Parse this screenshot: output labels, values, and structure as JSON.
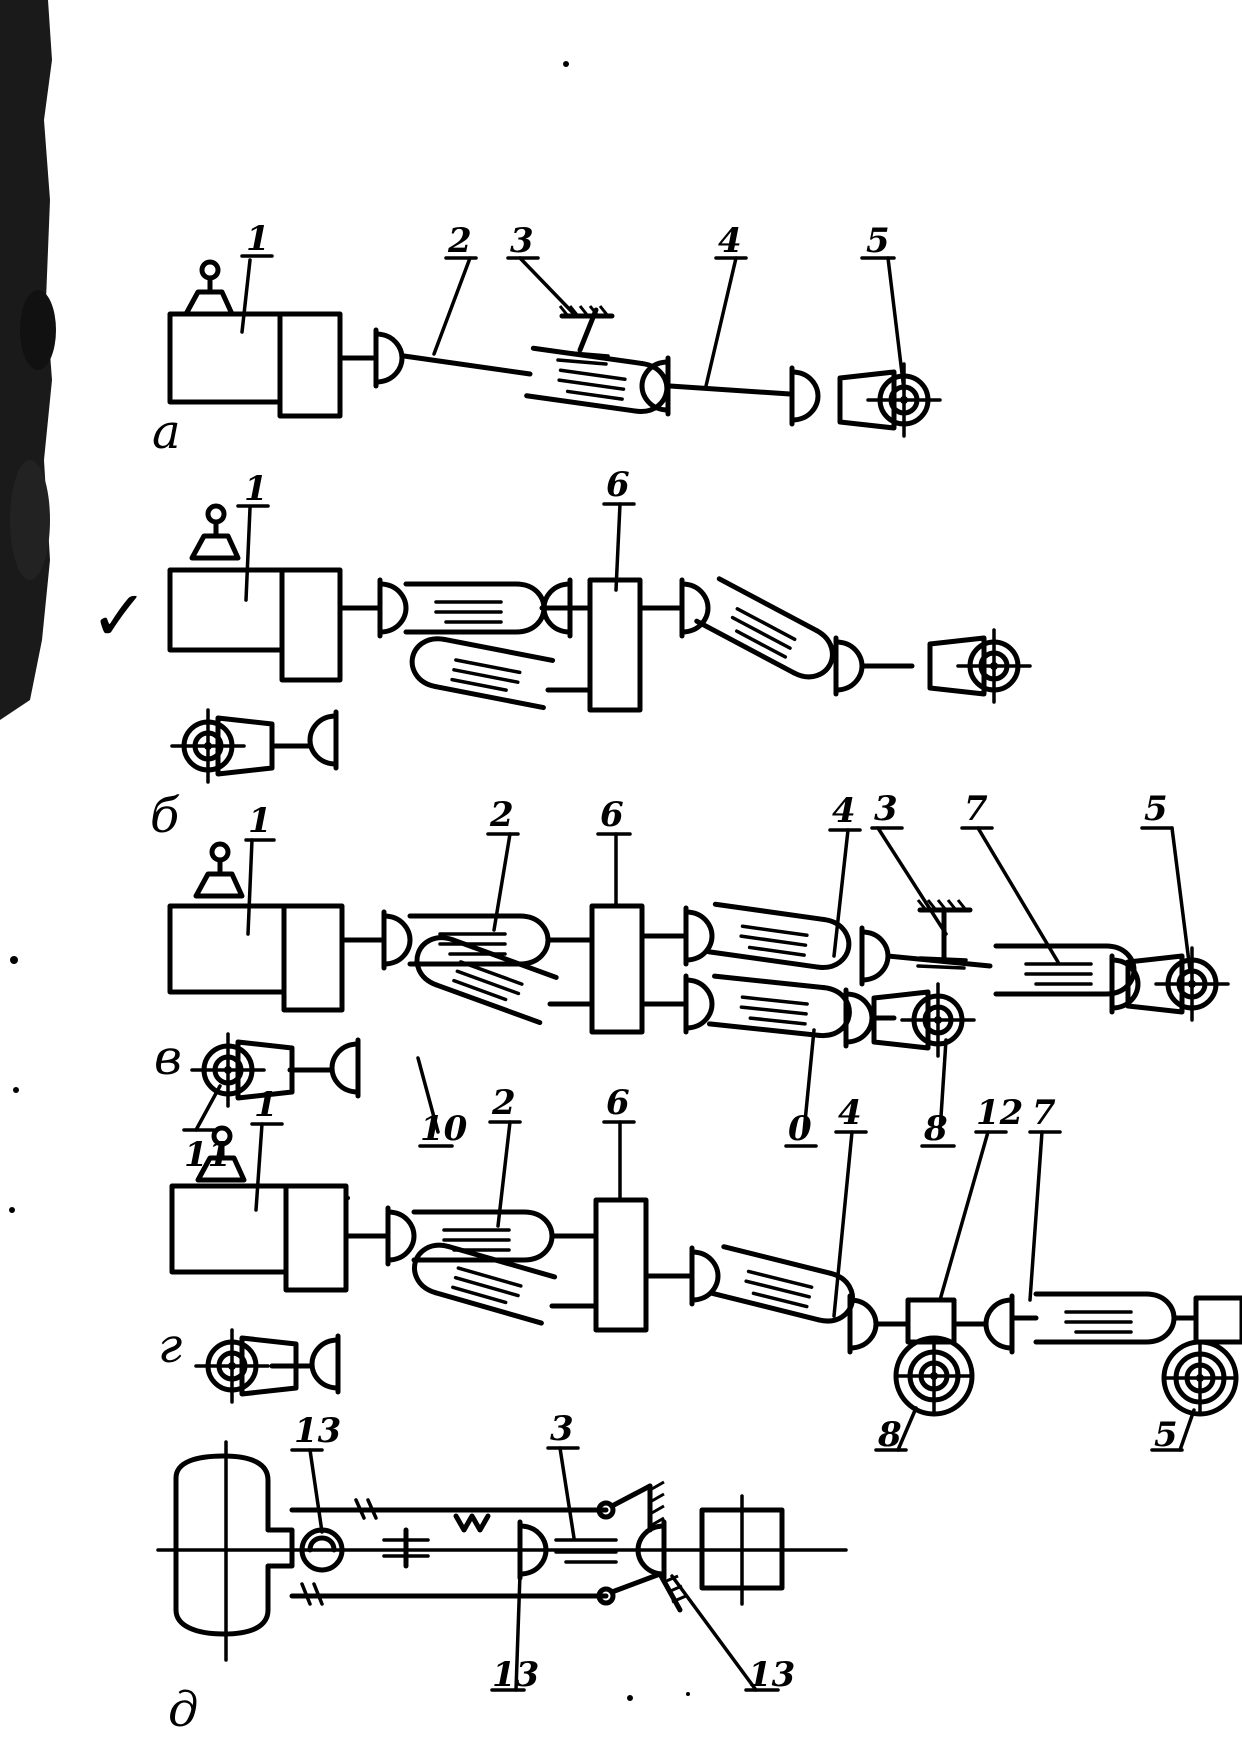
{
  "schemes": [
    {
      "id": "a",
      "label": "а",
      "callouts": [
        "1",
        "2",
        "3",
        "4",
        "5"
      ]
    },
    {
      "id": "b",
      "label": "б",
      "callouts": [
        "1",
        "6"
      ]
    },
    {
      "id": "v",
      "label": "в",
      "callouts": [
        "1",
        "2",
        "6",
        "4",
        "3",
        "7",
        "5",
        "11",
        "10",
        "0",
        "8"
      ]
    },
    {
      "id": "g",
      "label": "г",
      "callouts": [
        "1",
        "2",
        "6",
        "4",
        "12",
        "7",
        "8",
        "5"
      ]
    },
    {
      "id": "d",
      "label": "д",
      "callouts": [
        "13",
        "3",
        "13",
        "13"
      ]
    }
  ],
  "margin_mark": "✓"
}
